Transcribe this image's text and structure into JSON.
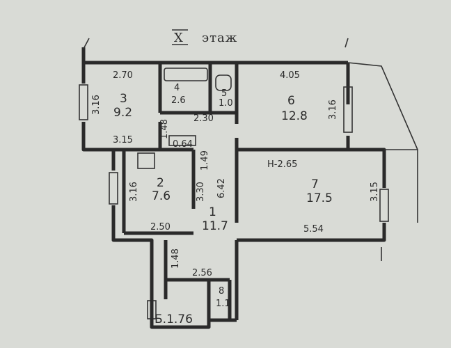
{
  "title": {
    "roman": "X",
    "word": "этаж"
  },
  "colors": {
    "paper": "#d9dbd6",
    "ink": "#2a2a2a"
  },
  "rooms": [
    {
      "id": "room-3",
      "number": "3",
      "area": "9.2"
    },
    {
      "id": "room-4",
      "number": "4",
      "area": "2.6"
    },
    {
      "id": "room-5",
      "number": "5",
      "area": "1.0"
    },
    {
      "id": "room-6",
      "number": "6",
      "area": "12.8"
    },
    {
      "id": "room-2",
      "number": "2",
      "area": "7.6"
    },
    {
      "id": "room-1",
      "number": "1",
      "area": "11.7"
    },
    {
      "id": "room-7",
      "number": "7",
      "area": "17.5"
    },
    {
      "id": "room-8",
      "number": "8",
      "area": "1.1"
    }
  ],
  "dimensions": [
    "2.70",
    "3.16",
    "3.15",
    "1.48",
    "2.30",
    "4.05",
    "3.16",
    "H-2.65",
    "1.49",
    "6.42",
    "3.30",
    "3.16",
    "2.50",
    "5.54",
    "3.15",
    "1.48",
    "2.56",
    "0.64"
  ],
  "balcony_label": "Б.1.76"
}
